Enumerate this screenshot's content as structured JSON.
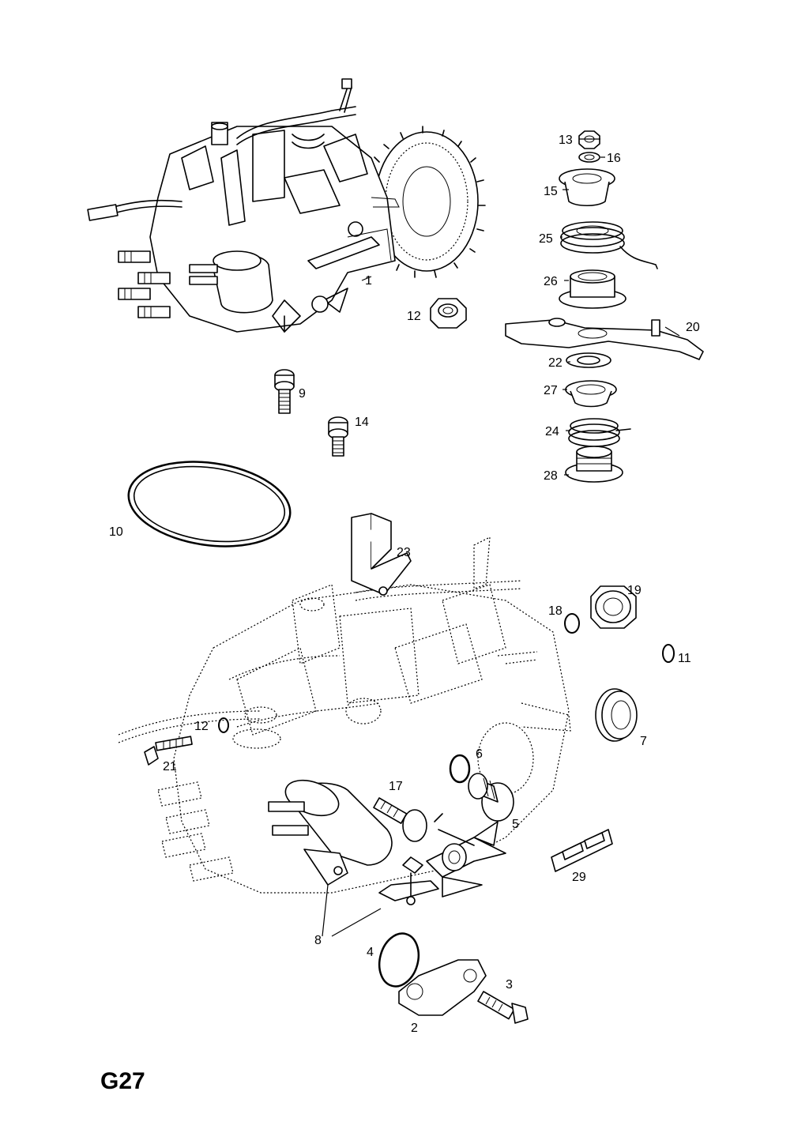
{
  "sheet": {
    "code": "G27"
  },
  "callouts": {
    "p1": "1",
    "p2": "2",
    "p3": "3",
    "p4": "4",
    "p5": "5",
    "p6": "6",
    "p7": "7",
    "p8": "8",
    "p9": "9",
    "p10": "10",
    "p11": "11",
    "p12a": "12",
    "p12b": "12",
    "p13": "13",
    "p14": "14",
    "p15": "15",
    "p16": "16",
    "p17": "17",
    "p18": "18",
    "p19": "19",
    "p20": "20",
    "p21": "21",
    "p22": "22",
    "p23": "23",
    "p24": "24",
    "p25": "25",
    "p26": "26",
    "p27": "27",
    "p28": "28",
    "p29": "29"
  }
}
